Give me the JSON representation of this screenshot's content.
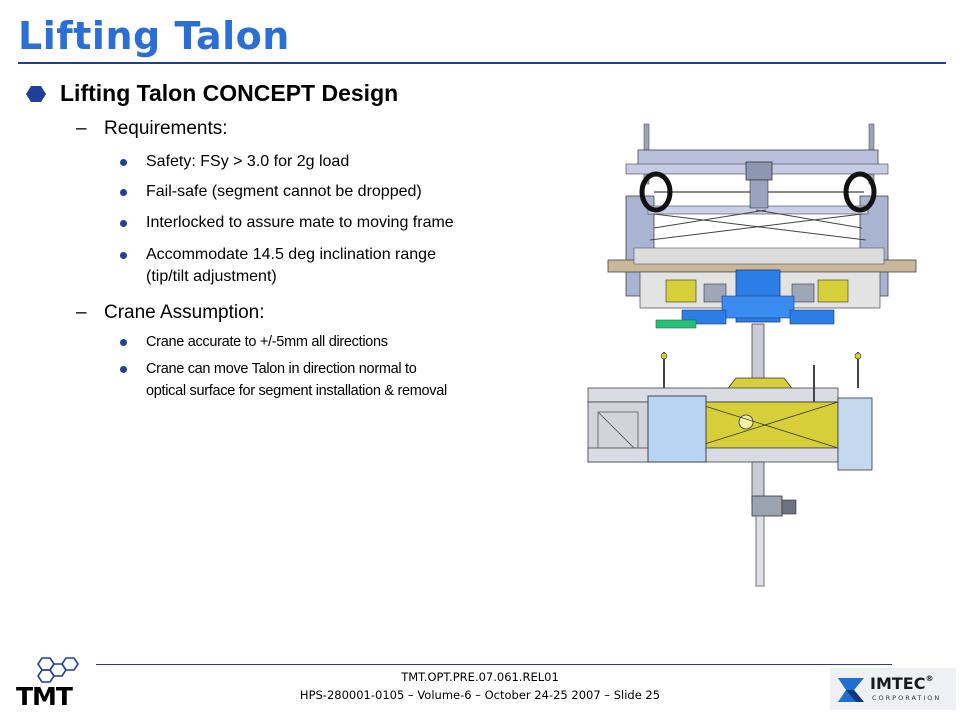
{
  "slide": {
    "title": "Lifting Talon",
    "heading": "Lifting Talon CONCEPT Design",
    "sections": [
      {
        "dash": "–",
        "label": "Requirements:",
        "items": [
          "Safety:  FSy > 3.0 for 2g load",
          "Fail-safe (segment cannot be dropped)",
          "Interlocked to assure mate to moving frame",
          "Accommodate 14.5 deg inclination range",
          "(tip/tilt adjustment)"
        ]
      },
      {
        "dash": "–",
        "label": "Crane Assumption:",
        "items": [
          "Crane accurate to +/-5mm all directions",
          "Crane can move Talon in direction normal to",
          "optical surface for segment installation & removal"
        ]
      }
    ]
  },
  "footer": {
    "line1": "TMT.OPT.PRE.07.061.REL01",
    "line2": "HPS-280001-0105  – Volume-6 – October 24-25 2007 – Slide 25"
  },
  "logos": {
    "left": "TMT",
    "right_name": "IMTEC",
    "right_sub": "CORPORATION",
    "right_mark": "®"
  },
  "colors": {
    "title": "#2a6fd6",
    "rule": "#1f3f9a",
    "bullet": "#1f3f9a",
    "cad_frame": "#a9b4d3",
    "cad_yellow": "#d6cf3a",
    "cad_blue": "#2c7ee6"
  },
  "icons": {
    "heading_bullet": "hexagon-bullet-icon",
    "sub_bullet": "dot-bullet-icon"
  }
}
